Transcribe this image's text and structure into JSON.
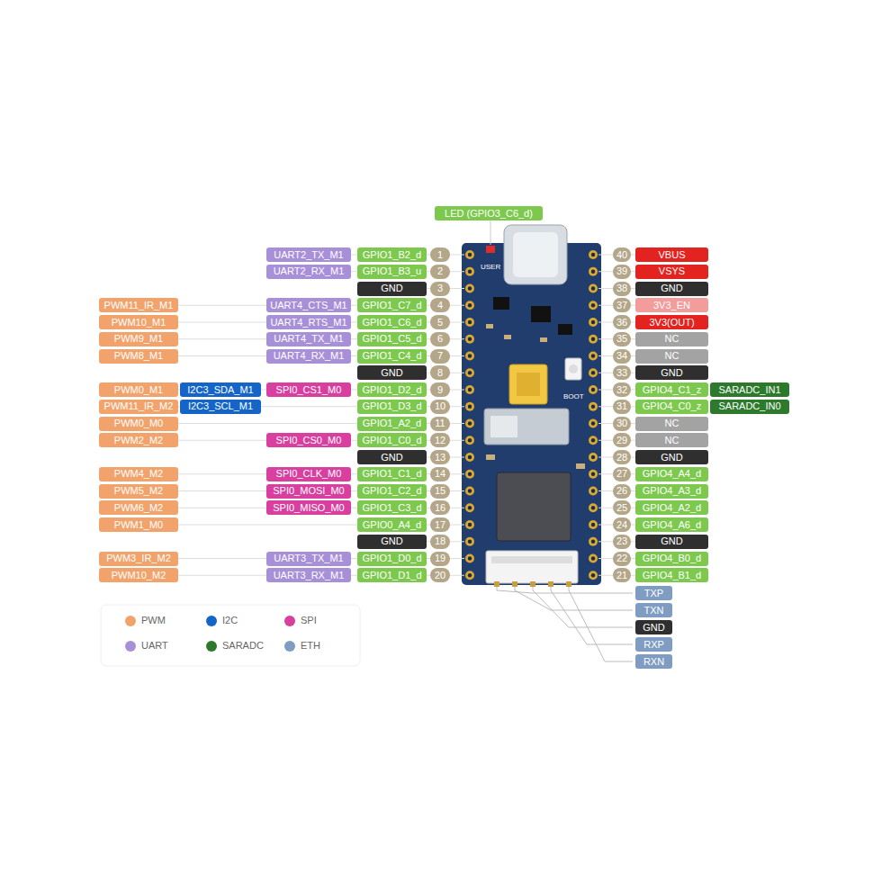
{
  "diagram": {
    "labels": [
      "LED (GPIO3_C6_d)",
      "UART2_TX_M1",
      "GPIO1_B2_d",
      "1",
      "UART2_RX_M1",
      "GPIO1_B3_u",
      "2",
      "GND",
      "3",
      "PWM11_IR_M1",
      "UART4_CTS_M1",
      "GPIO1_C7_d",
      "4",
      "PWM10_M1",
      "UART4_RTS_M1",
      "GPIO1_C6_d",
      "5",
      "PWM9_M1",
      "UART4_TX_M1",
      "GPIO1_C5_d",
      "6",
      "PWM8_M1",
      "UART4_RX_M1",
      "GPIO1_C4_d",
      "7",
      "GND",
      "8",
      "PWM0_M1",
      "I2C3_SDA_M1",
      "SPI0_CS1_M0",
      "GPIO1_D2_d",
      "9",
      "PWM11_IR_M2",
      "I2C3_SCL_M1",
      "GPIO1_D3_d",
      "10",
      "PWM0_M0",
      "GPIO1_A2_d",
      "11",
      "PWM2_M2",
      "SPI0_CS0_M0",
      "GPIO1_C0_d",
      "12",
      "GND",
      "13",
      "PWM4_M2",
      "SPI0_CLK_M0",
      "GPIO1_C1_d",
      "14",
      "PWM5_M2",
      "SPI0_MOSI_M0",
      "GPIO1_C2_d",
      "15",
      "PWM6_M2",
      "SPI0_MISO_M0",
      "GPIO1_C3_d",
      "16",
      "PWM1_M0",
      "GPIO0_A4_d",
      "17",
      "GND",
      "18",
      "PWM3_IR_M2",
      "UART3_TX_M1",
      "GPIO1_D0_d",
      "19",
      "PWM10_M2",
      "UART3_RX_M1",
      "GPIO1_D1_d",
      "20",
      "40",
      "VBUS",
      "39",
      "VSYS",
      "38",
      "GND",
      "37",
      "3V3_EN",
      "36",
      "3V3(OUT)",
      "35",
      "NC",
      "34",
      "NC",
      "33",
      "GND",
      "32",
      "GPIO4_C1_z",
      "SARADC_IN1",
      "31",
      "GPIO4_C0_z",
      "SARADC_IN0",
      "30",
      "NC",
      "29",
      "NC",
      "28",
      "GND",
      "27",
      "GPIO4_A4_d",
      "26",
      "GPIO4_A3_d",
      "25",
      "GPIO4_A2_d",
      "24",
      "GPIO4_A6_d",
      "23",
      "GND",
      "22",
      "GPIO4_B0_d",
      "21",
      "GPIO4_B1_d",
      "USER",
      "BOOT",
      "TXP",
      "TXN",
      "GND",
      "RXP",
      "RXN"
    ],
    "legend": [
      {
        "text": "PWM",
        "color": "#f2a36b"
      },
      {
        "text": "I2C",
        "color": "#1565c8"
      },
      {
        "text": "SPI",
        "color": "#d83f9f"
      },
      {
        "text": "UART",
        "color": "#a890d8"
      },
      {
        "text": "SARADC",
        "color": "#2d7a2d"
      },
      {
        "text": "ETH",
        "color": "#7f9cc3"
      }
    ]
  }
}
